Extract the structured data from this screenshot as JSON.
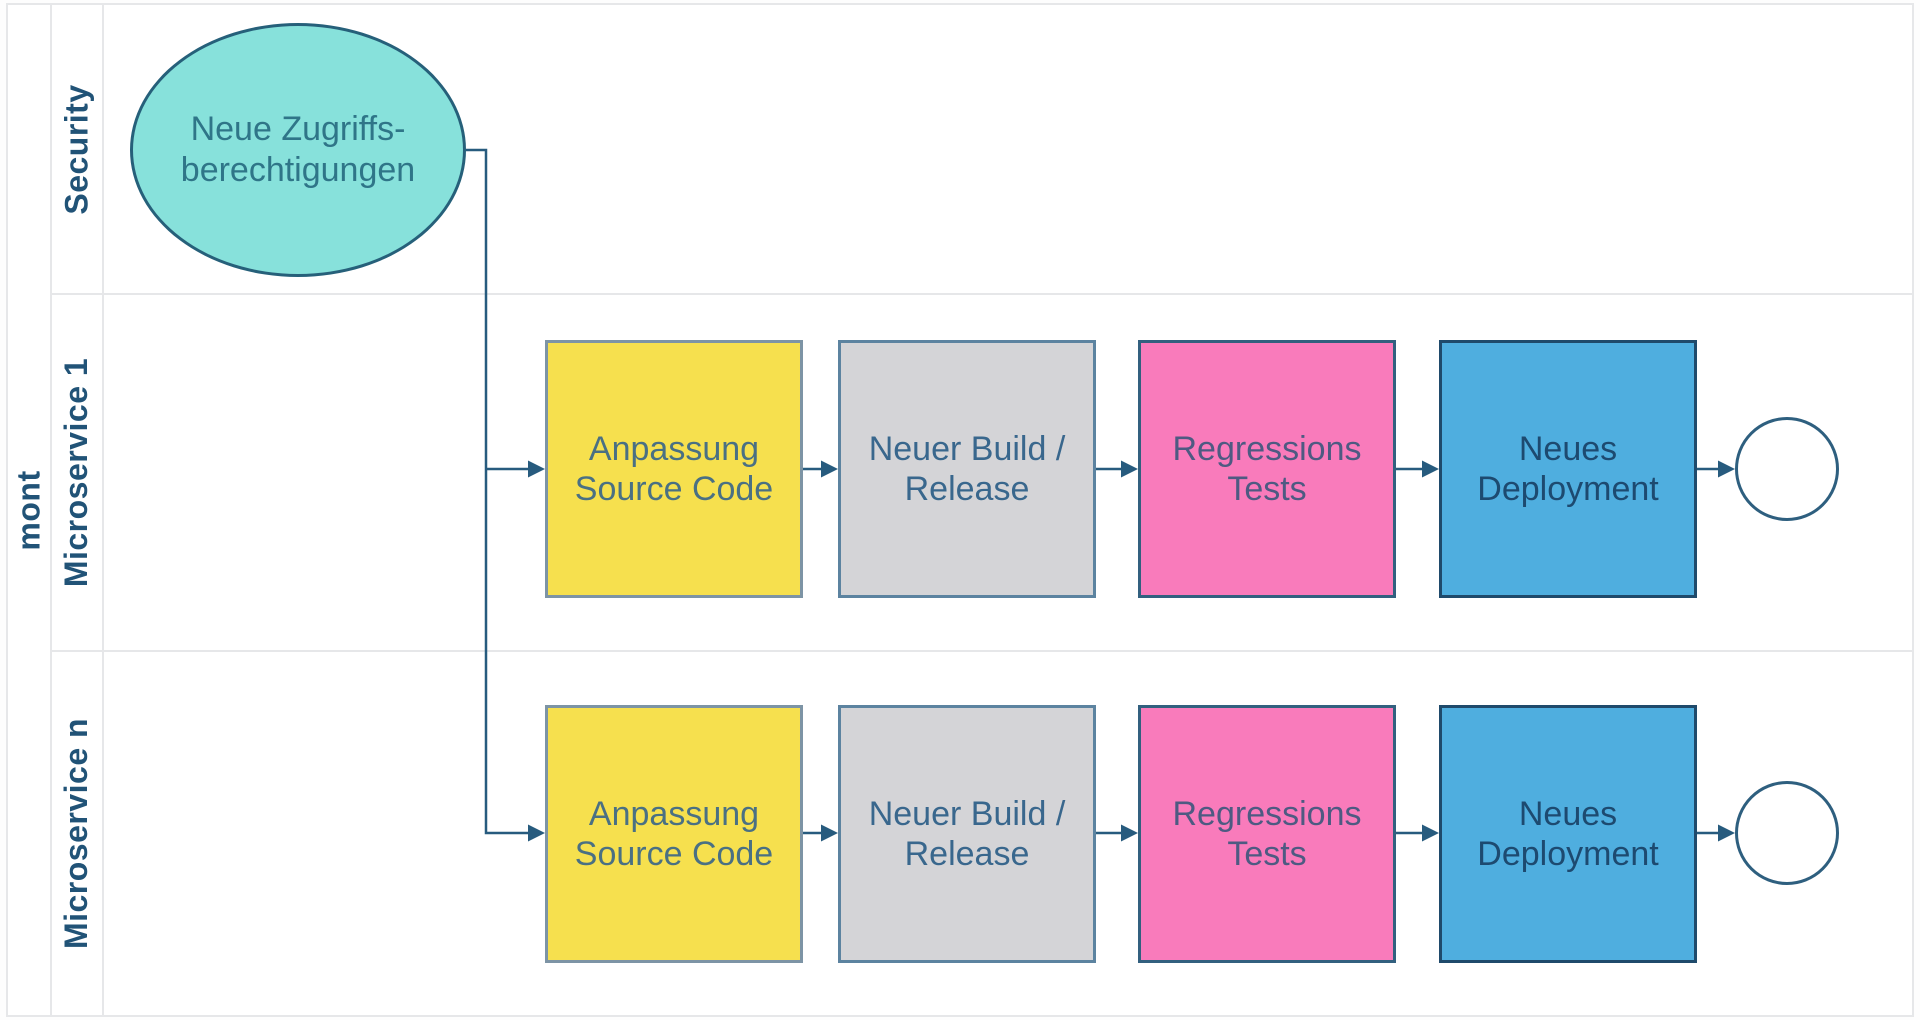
{
  "diagram": {
    "pool": {
      "label": "mont"
    },
    "lanes": [
      {
        "label": "Security"
      },
      {
        "label": "Microservice 1"
      },
      {
        "label": "Microservice n"
      }
    ],
    "start_event": {
      "label": "Neue Zugriffs-\nberechtigungen",
      "fill": "#87E1DB",
      "stroke": "#26607A",
      "text_color": "#2F7588"
    },
    "rows": [
      {
        "lane": "Microservice 1",
        "tasks": [
          {
            "label": "Anpassung Source Code",
            "fill": "#F6E04E",
            "stroke": "#7D94A5",
            "text_color": "#4A7083"
          },
          {
            "label": "Neuer Build / Release",
            "fill": "#D4D4D7",
            "stroke": "#5C83A0",
            "text_color": "#39678D"
          },
          {
            "label": "Regressions Tests",
            "fill": "#F97BBB",
            "stroke": "#32607F",
            "text_color": "#4E5A82"
          },
          {
            "label": "Neues Deployment",
            "fill": "#4FAEDF",
            "stroke": "#1F4A6B",
            "text_color": "#1D4A70"
          }
        ]
      },
      {
        "lane": "Microservice n",
        "tasks": [
          {
            "label": "Anpassung Source Code",
            "fill": "#F6E04E",
            "stroke": "#7D94A5",
            "text_color": "#4A7083"
          },
          {
            "label": "Neuer Build / Release",
            "fill": "#D4D4D7",
            "stroke": "#5C83A0",
            "text_color": "#39678D"
          },
          {
            "label": "Regressions Tests",
            "fill": "#F97BBB",
            "stroke": "#32607F",
            "text_color": "#4E5A82"
          },
          {
            "label": "Neues Deployment",
            "fill": "#4FAEDF",
            "stroke": "#1F4A6B",
            "text_color": "#1D4A70"
          }
        ]
      }
    ],
    "colors": {
      "connector": "#275B7E",
      "lane_label_text": "#215377",
      "end_event_stroke": "#2E5F7F",
      "grid_line": "#E6E7E9",
      "background": "#FFFFFF"
    }
  }
}
